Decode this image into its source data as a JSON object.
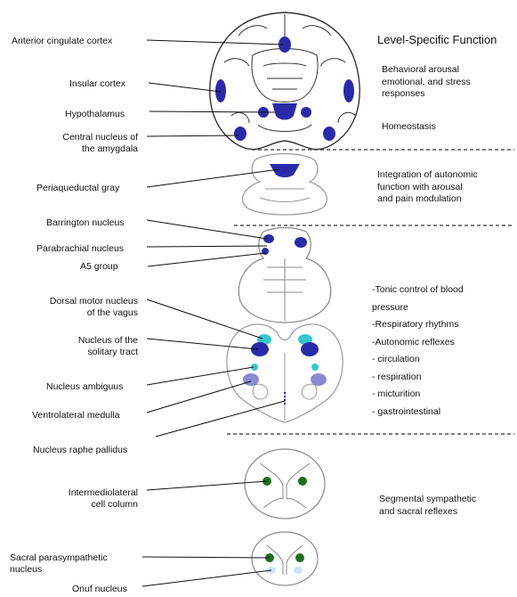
{
  "title": "Level-Specific Function",
  "labels": {
    "acc": "Anterior  cingulate cortex",
    "insular": "Insular cortex",
    "hypothalamus": "Hypothalamus",
    "amygdala": "Central nucleus of\nthe amygdala",
    "pag": "Periaqueductal gray",
    "barrington": "Barrington nucleus",
    "parabrachial": "Parabrachial nucleus",
    "a5": "A5 group",
    "dmnv": "Dorsal motor nucleus\nof the vagus",
    "nts": "Nucleus of the\nsolitary tract",
    "ambiguus": "Nucleus ambiguus",
    "vlm": "Ventrolateral medulla",
    "raphe": "Nucleus raphe pallidus",
    "iml": "Intermediolateral\ncell column",
    "sacral_para": "Sacral parasympathetic\nnucleus",
    "onuf": "Onuf nucleus"
  },
  "functions": {
    "forebrain": "Behavioral arousal\nemotional, and stress\nresponses",
    "homeostasis": "Homeostasis",
    "midbrain": "Integration of autonomic\nfunction with arousal\nand pain modulation",
    "medulla": "-Tonic control of blood\n  pressure\n-Respiratory rhythms\n-Autonomic reflexes\n  - circulation\n  - respiration\n  - micturition\n  - gastrointestinal",
    "spinal": "Segmental sympathetic\n and sacral reflexes"
  },
  "colors": {
    "forebrain_nuclei": "#2a2aa8",
    "nts": "#2a2aa8",
    "dmnv": "#38c6d0",
    "spinal_nuclei": "#1f6f1f",
    "onuf": "#cde3f2",
    "outline": "#333333"
  }
}
